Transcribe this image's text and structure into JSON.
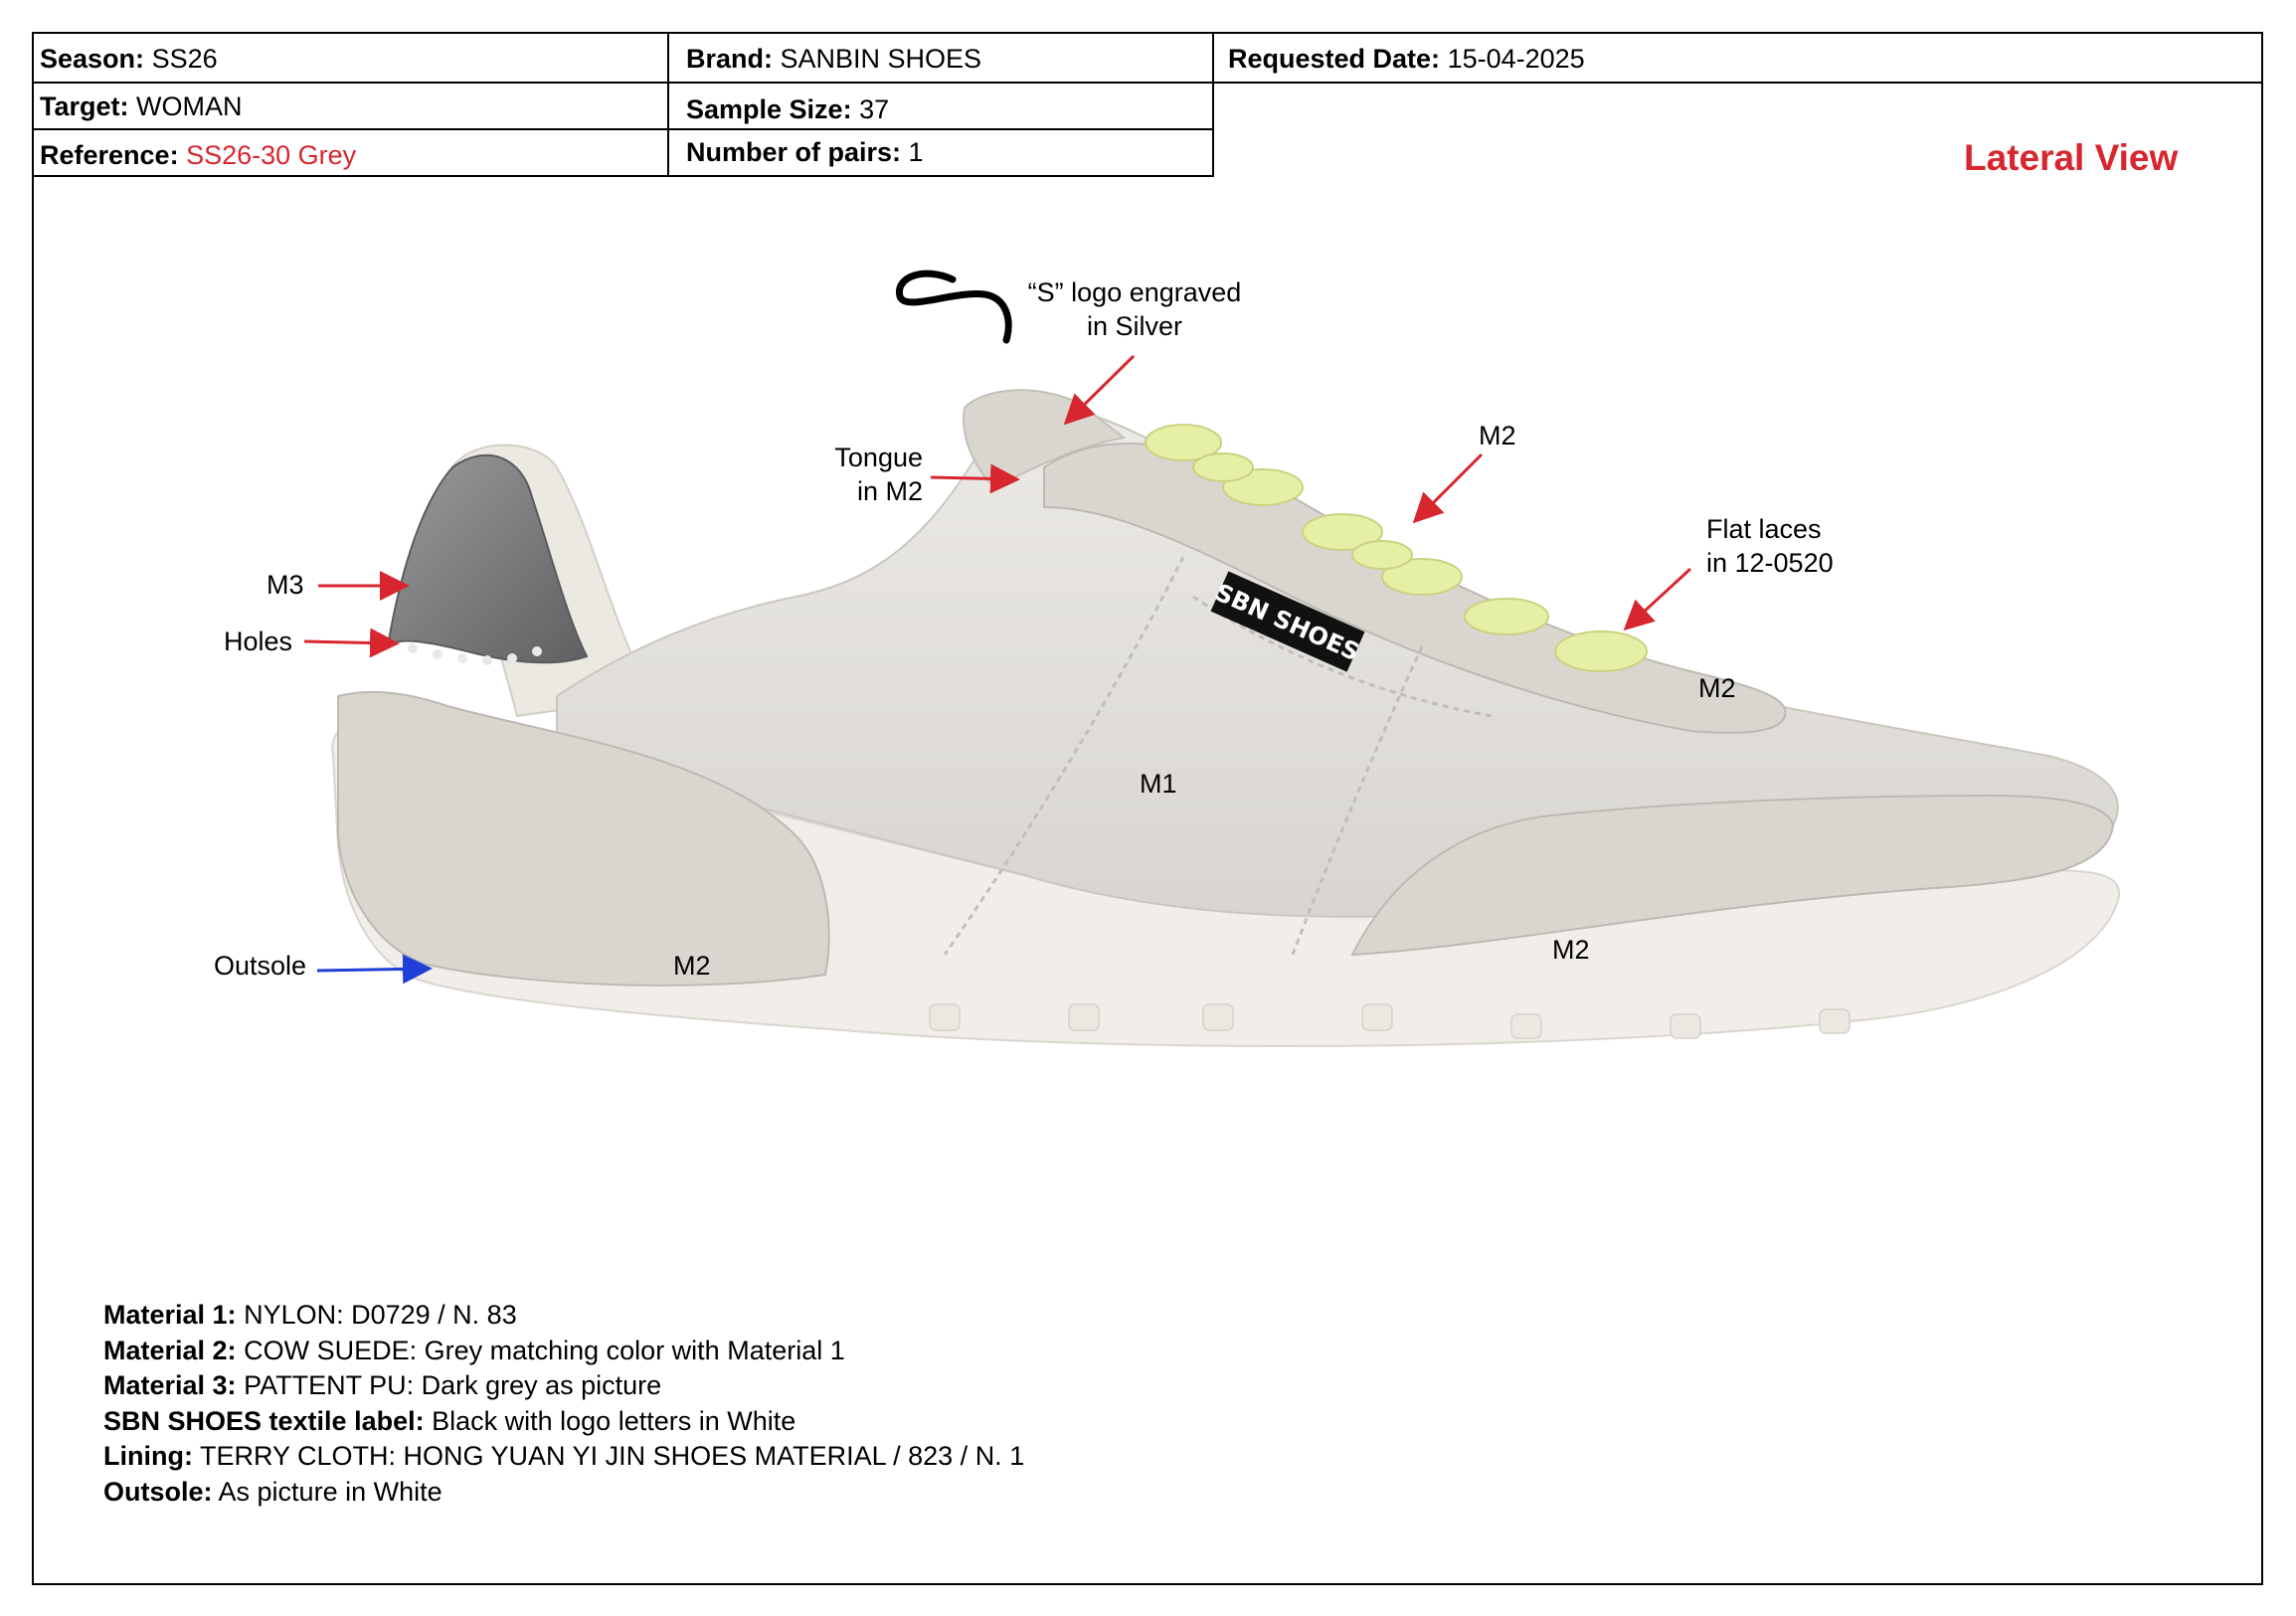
{
  "header": {
    "season": {
      "label": "Season:",
      "value": "SS26"
    },
    "brand": {
      "label": "Brand:",
      "value": "SANBIN SHOES"
    },
    "requested_date": {
      "label": "Requested Date:",
      "value": "15-04-2025"
    },
    "target": {
      "label": "Target:",
      "value": "WOMAN"
    },
    "sample_size": {
      "label": "Sample Size:",
      "value": "37"
    },
    "reference": {
      "label": "Reference:",
      "value": "SS26-30 Grey"
    },
    "number_of_pairs": {
      "label": "Number of pairs:",
      "value": "1"
    }
  },
  "view_title": "Lateral View",
  "shoe_label_text": "SBN SHOES",
  "callouts": {
    "logo_line1": "“S” logo engraved",
    "logo_line2": "in Silver",
    "tongue_line1": "Tongue",
    "tongue_line2": "in M2",
    "m2_top": "M2",
    "laces_line1": "Flat laces",
    "laces_line2": "in 12-0520",
    "m3": "M3",
    "holes": "Holes",
    "m2_vamp": "M2",
    "m1": "M1",
    "outsole": "Outsole",
    "m2_heel": "M2",
    "m2_toe": "M2"
  },
  "materials": [
    {
      "label": "Material 1:",
      "value": "NYLON: D0729 / N. 83"
    },
    {
      "label": "Material 2:",
      "value": "COW SUEDE: Grey matching color with Material 1"
    },
    {
      "label": "Material 3:",
      "value": "PATTENT PU: Dark grey as picture"
    },
    {
      "label": "SBN SHOES textile label:",
      "value": "Black with logo letters in White"
    },
    {
      "label": "Lining:",
      "value": "TERRY CLOTH: HONG YUAN YI JIN SHOES MATERIAL / 823 / N. 1"
    },
    {
      "label": "Outsole:",
      "value": "As picture in White"
    }
  ],
  "colors": {
    "accent_red": "#d7262e",
    "arrow_blue": "#1f3fd6",
    "nylon": "#e3e1dd",
    "suede": "#d9d6d0",
    "heel_patent": "#7a7b7d",
    "laces": "#e6efa6",
    "outsole": "#f1eee9"
  }
}
